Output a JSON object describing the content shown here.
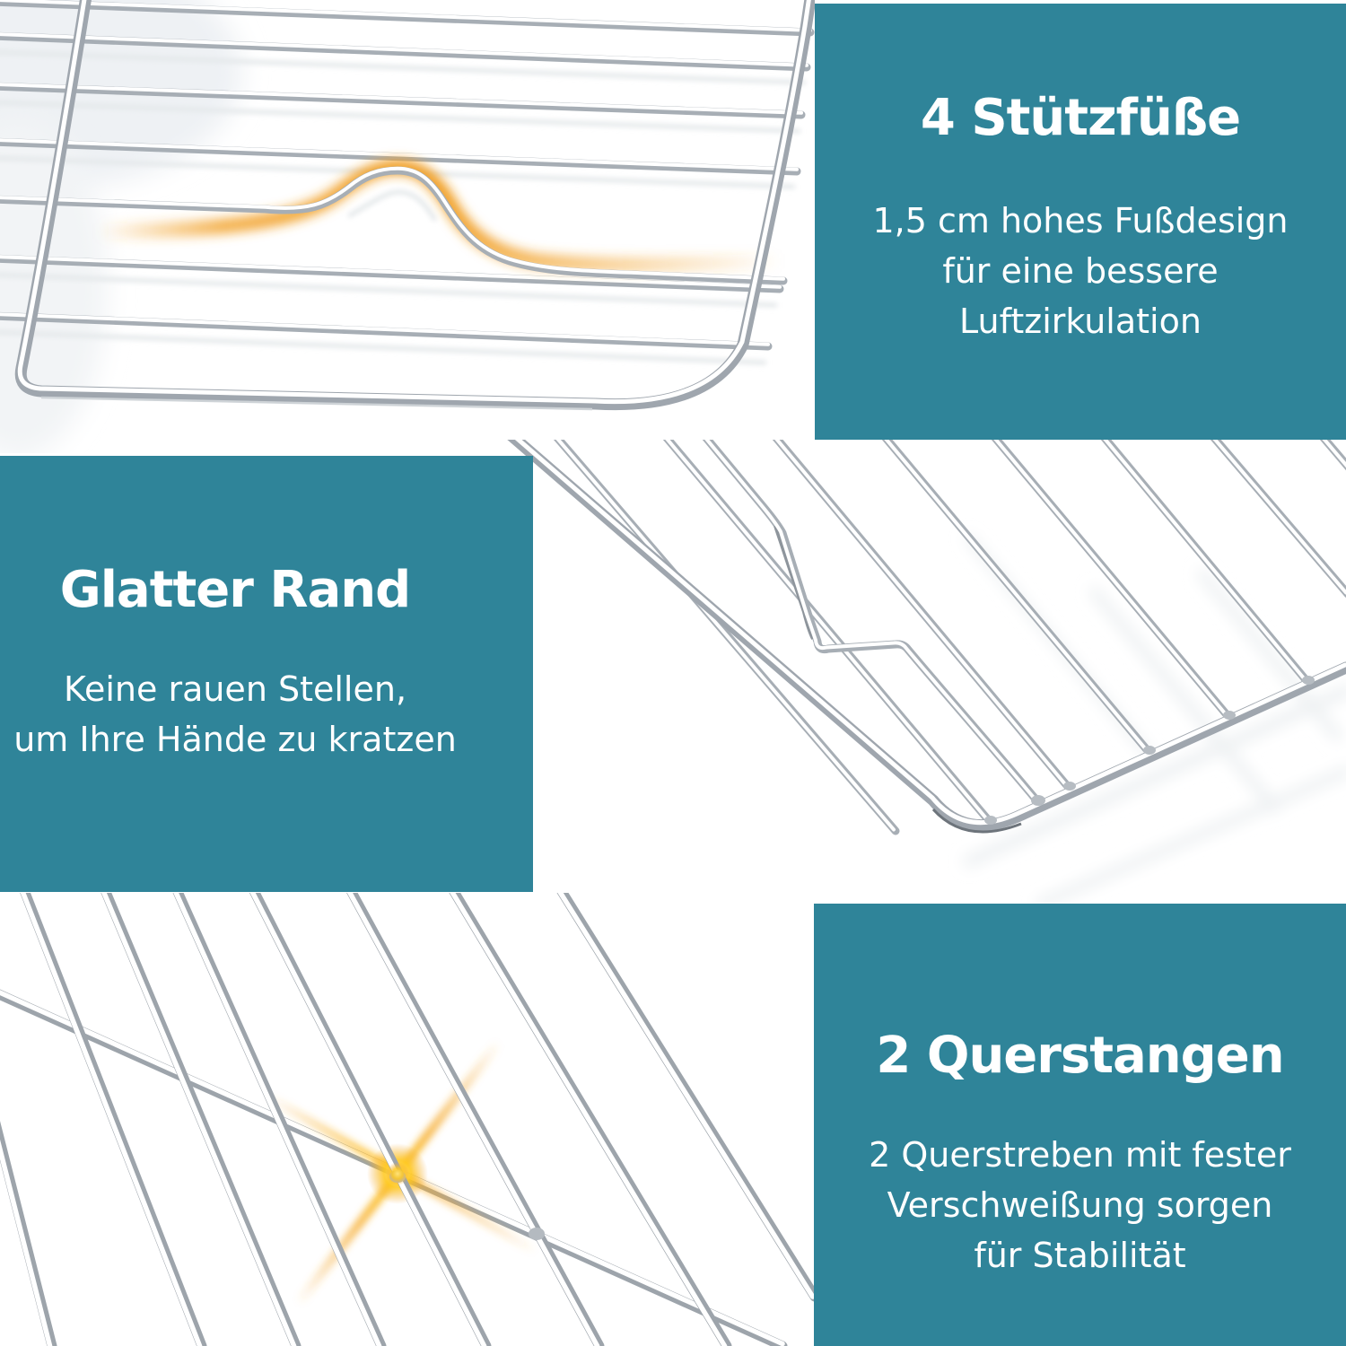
{
  "panels": {
    "top_right": {
      "heading": "4 Stützfüße",
      "body_lines": [
        "1,5 cm hohes Fußdesign",
        "für eine bessere",
        "Luftzirkulation"
      ]
    },
    "middle_left": {
      "heading": "Glatter Rand",
      "body_lines": [
        "Keine rauen Stellen,",
        "um Ihre Hände zu kratzen"
      ]
    },
    "bottom_right": {
      "heading": "2 Querstangen",
      "body_lines": [
        "2 Querstreben mit fester",
        "Verschweißung sorgen",
        "für Stabilität"
      ]
    }
  },
  "photos": {
    "top_left": {
      "label": "rack-foot-closeup"
    },
    "middle_right": {
      "label": "rack-corner-closeup"
    },
    "bottom_left": {
      "label": "rack-crossbar-weld-closeup"
    }
  },
  "colors": {
    "panel_teal": "#2F8499",
    "heading_text": "#FFFFFF",
    "body_text": "#FFFFFF",
    "glow_orange": "#F2A430",
    "sparkle_yellow": "#FFC81E",
    "wire_gray": "#A7AEB5"
  }
}
